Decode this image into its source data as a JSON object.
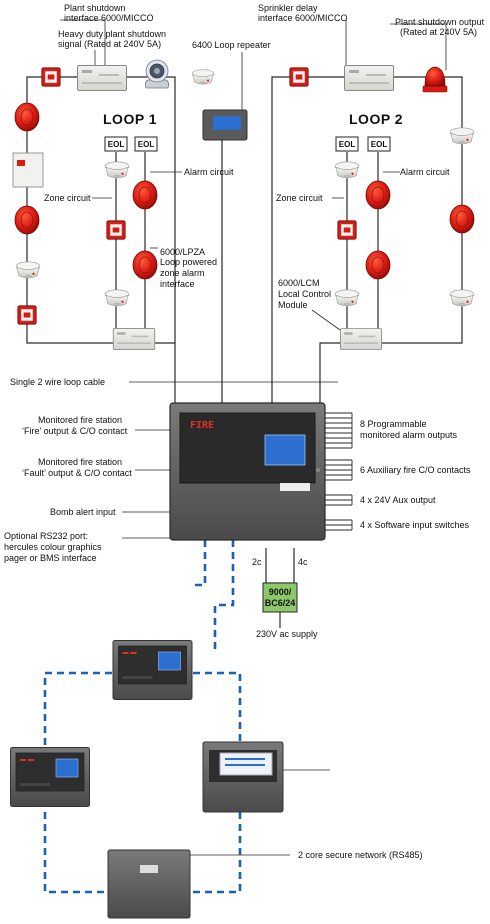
{
  "labels": {
    "plant_shutdown_interface": [
      "Plant shutdown",
      "interface 6000/MICCO"
    ],
    "heavy_duty": [
      "Heavy duty plant shutdown",
      "signal (Rated at 240V 5A)"
    ],
    "loop_repeater": "6400 Loop repeater",
    "sprinkler_delay": [
      "Sprinkler delay",
      "interface 6000/MICCO"
    ],
    "plant_shutdown_output": [
      "Plant shutdown output",
      "(Rated at 240V 5A)"
    ],
    "loop1": "LOOP 1",
    "loop2": "LOOP 2",
    "eol": "EOL",
    "alarm_circuit": "Alarm circuit",
    "zone_circuit": "Zone circuit",
    "lpza": [
      "6000/LPZA",
      "Loop powered",
      "zone alarm",
      "interface"
    ],
    "lcm": [
      "6000/LCM",
      "Local Control",
      "Module"
    ],
    "loop_cable": "Single 2 wire loop cable",
    "monitored_fire": [
      "Monitored fire station",
      "‘Fire’ output & C/O contact"
    ],
    "monitored_fault": [
      "Monitored fire station",
      "‘Fault’ output & C/O contact"
    ],
    "bomb_alert": "Bomb alert input",
    "rs232": [
      "Optional RS232 port:",
      "hercules colour graphics",
      "pager or BMS interface"
    ],
    "prog_outputs": [
      "8 Programmable",
      "monitored alarm outputs"
    ],
    "aux_fire": "6 Auxiliary fire C/O contacts",
    "aux_24v": "4 x 24V Aux output",
    "sw_inputs": "4 x Software input switches",
    "cable_2c": "2c",
    "cable_4c": "4c",
    "psu": [
      "9000/",
      "BC6/24"
    ],
    "supply": "230V ac supply",
    "network": "2 core secure network (RS485)",
    "panel_fire": "FIRE"
  },
  "colors": {
    "line": "#2a2a2a",
    "network": "#1d5fb0",
    "panel": "#6e6e6e",
    "panel_dark": "#3a3a3a",
    "screen": "#2d6fd0",
    "alarm_red": "#d81a12",
    "psu_green": "#8cc86a",
    "detector": "#e8e8e6"
  },
  "icons": [
    "manual-call-point-icon",
    "smoke-detector-icon",
    "sounder-icon",
    "beacon-icon",
    "interface-module-icon",
    "fire-panel-icon"
  ]
}
